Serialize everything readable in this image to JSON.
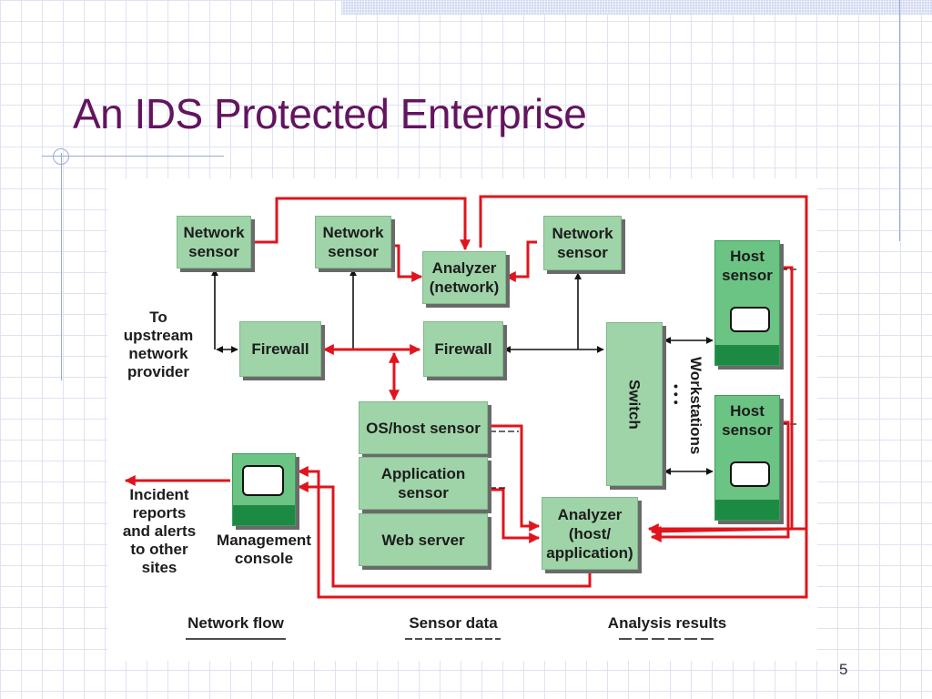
{
  "slide": {
    "title": "An IDS Protected Enterprise",
    "page_number": "5"
  },
  "diagram": {
    "nodes": {
      "network_sensor_1": "Network\nsensor",
      "network_sensor_2": "Network\nsensor",
      "network_sensor_3": "Network\nsensor",
      "analyzer_network": "Analyzer\n(network)",
      "firewall_1": "Firewall",
      "firewall_2": "Firewall",
      "switch": "Switch",
      "host_sensor_1": "Host\nsensor",
      "host_sensor_2": "Host\nsensor",
      "os_host_sensor": "OS/host sensor",
      "application_sensor": "Application\nsensor",
      "web_server": "Web server",
      "analyzer_host": "Analyzer\n(host/\napplication)"
    },
    "labels": {
      "upstream": "To\nupstream\nnetwork\nprovider",
      "incident": "Incident\nreports\nand alerts\nto other\nsites",
      "management_console": "Management\nconsole",
      "workstations": "Workstations",
      "workstation_dots": "• • •"
    },
    "legend": {
      "network_flow": "Network flow",
      "sensor_data": "Sensor data",
      "analysis_results": "Analysis results"
    },
    "colors": {
      "box_fill": "#9fd4a8",
      "host_fill": "#6bc483",
      "dark_green": "#1d8a44",
      "analysis_line": "#e0141c",
      "title": "#63145f"
    }
  }
}
